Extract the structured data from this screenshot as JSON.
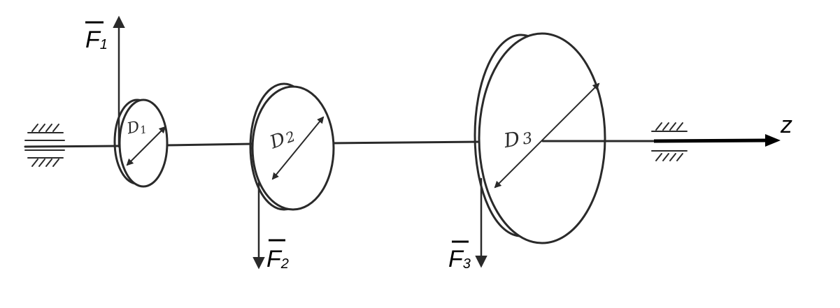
{
  "forces": [
    {
      "id": "f1",
      "letter": "F",
      "subscript": "1"
    },
    {
      "id": "f2",
      "letter": "F",
      "subscript": "2"
    },
    {
      "id": "f3",
      "letter": "F",
      "subscript": "3"
    }
  ],
  "disks": [
    {
      "id": "d1",
      "letter": "D",
      "subscript": "1"
    },
    {
      "id": "d2",
      "letter": "D",
      "subscript": "2"
    },
    {
      "id": "d3",
      "letter": "D",
      "subscript": "3"
    }
  ],
  "axis": {
    "label": "z"
  },
  "colors": {
    "ink": "#2a2a2a",
    "label": "#000000"
  }
}
